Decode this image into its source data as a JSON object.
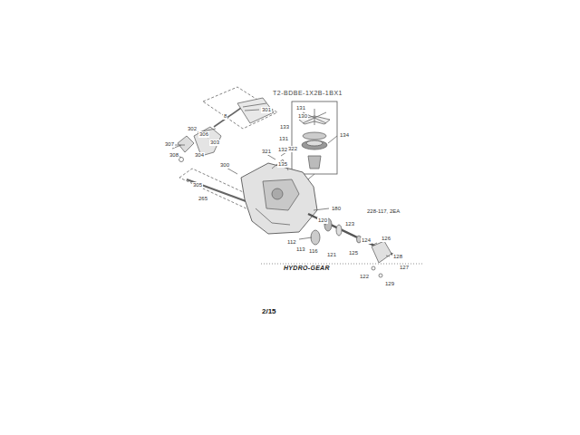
{
  "diagram": {
    "title": "T2-BDBE-1X2B-1BX1",
    "labels": [
      "301",
      "8",
      "302",
      "306",
      "303",
      "307",
      "308",
      "304",
      "300",
      "305",
      "265",
      "134",
      "131",
      "130",
      "133",
      "131",
      "132",
      "135",
      "321",
      "322",
      "180",
      "120",
      "126",
      "124",
      "123",
      "125",
      "121",
      "116",
      "128",
      "127",
      "122",
      "129",
      "112",
      "113",
      "228-117, 2EA",
      "HYDRO-GEAR",
      "2/15"
    ]
  }
}
